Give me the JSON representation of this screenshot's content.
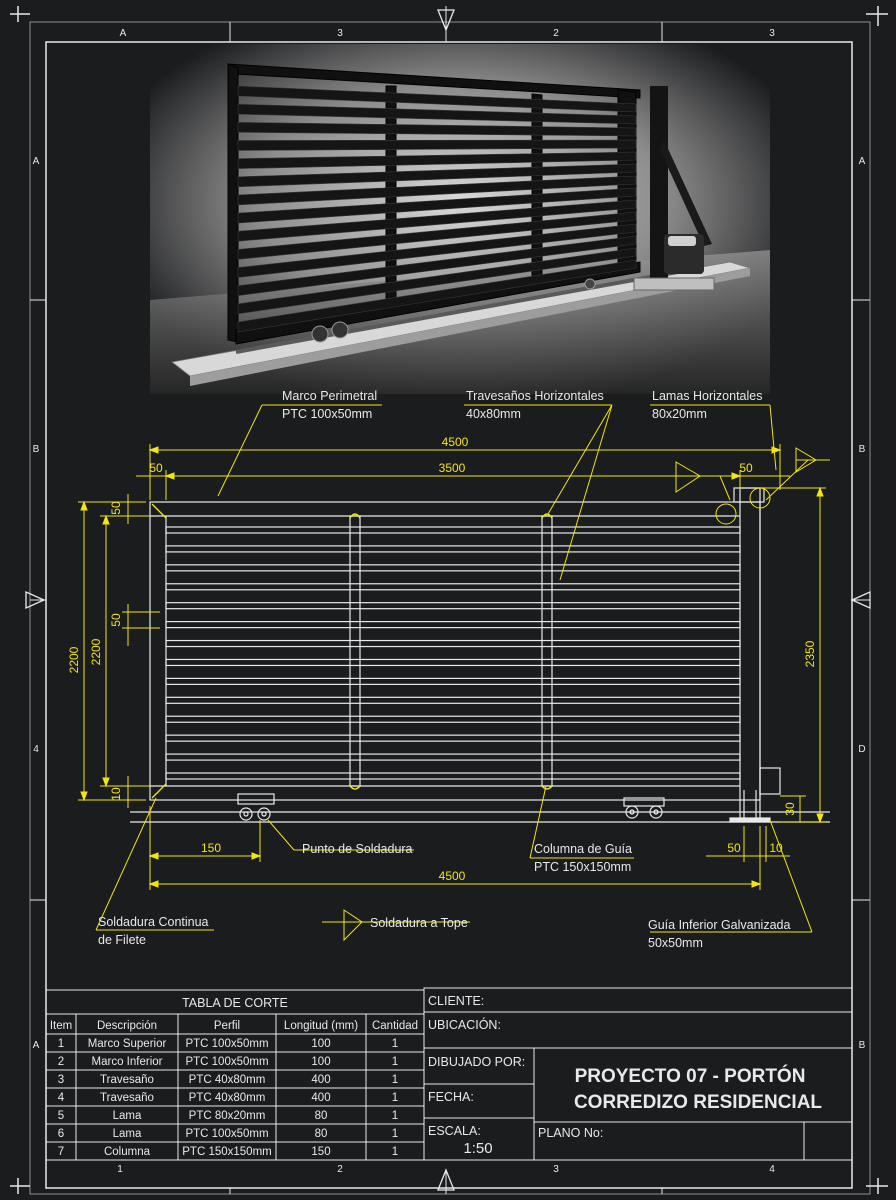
{
  "frame": {
    "zones_top": [
      "A",
      "3",
      "2",
      "3"
    ],
    "zones_bottom": [
      "1",
      "2",
      "3",
      "4"
    ],
    "zones_left": [
      "A",
      "B",
      "4",
      "A"
    ],
    "zones_right": [
      "A",
      "B",
      "D",
      "B"
    ]
  },
  "callouts": {
    "marco_title": "Marco Perimetral",
    "marco_spec": "PTC 100x50mm",
    "travesanos_title": "Travesaños Horizontales",
    "travesanos_spec": "40x80mm",
    "lamas_title": "Lamas Horizontales",
    "lamas_spec": "80x20mm",
    "punto_soldadura": "Punto de Soldadura",
    "columna_title": "Columna de Guía",
    "columna_spec": "PTC 150x150mm",
    "filete_line1": "Soldadura Continua",
    "filete_line2": "de Filete",
    "tope": "Soldadura a Tope",
    "guia_title": "Guía Inferior Galvanizada",
    "guia_spec": "50x50mm"
  },
  "dimensions": {
    "overall_top": "4500",
    "inner_width": "3500",
    "left_offset": "50",
    "right_offset": "50",
    "top_band_a": "50",
    "top_band_b": "50",
    "total_height": "2200",
    "inner_height": "2200",
    "bottom_band": "10",
    "column_height": "2350",
    "rail_height": "30",
    "wheel_offset": "150",
    "column_w": "50",
    "column_gap": "10",
    "overall_bottom": "4500"
  },
  "cut_table": {
    "title": "TABLA DE CORTE",
    "headers": [
      "Item",
      "Descripción",
      "Perfil",
      "Longitud (mm)",
      "Cantidad"
    ],
    "rows": [
      [
        "1",
        "Marco Superior",
        "PTC 100x50mm",
        "100",
        "1"
      ],
      [
        "2",
        "Marco Inferior",
        "PTC 100x50mm",
        "100",
        "1"
      ],
      [
        "3",
        "Travesaño",
        "PTC 40x80mm",
        "400",
        "1"
      ],
      [
        "4",
        "Travesaño",
        "PTC 40x80mm",
        "400",
        "1"
      ],
      [
        "5",
        "Lama",
        "PTC 80x20mm",
        "80",
        "1"
      ],
      [
        "6",
        "Lama",
        "PTC 100x50mm",
        "80",
        "1"
      ],
      [
        "7",
        "Columna",
        "PTC 150x150mm",
        "150",
        "1"
      ]
    ]
  },
  "title_block": {
    "cliente": "CLIENTE:",
    "ubicacion": "UBICACIÓN:",
    "dibujado": "DIBUJADO POR:",
    "fecha": "FECHA:",
    "escala_label": "ESCALA:",
    "escala_value": "1:50",
    "plano": "PLANO No:",
    "project_line1": "PROYECTO 07 - PORTÓN",
    "project_line2": "CORREDIZO RESIDENCIAL"
  },
  "colors": {
    "background": "#1b1c1e",
    "linework": "#e9e9e9",
    "dimension": "#f2e60f",
    "gate_metal": "#111111"
  }
}
